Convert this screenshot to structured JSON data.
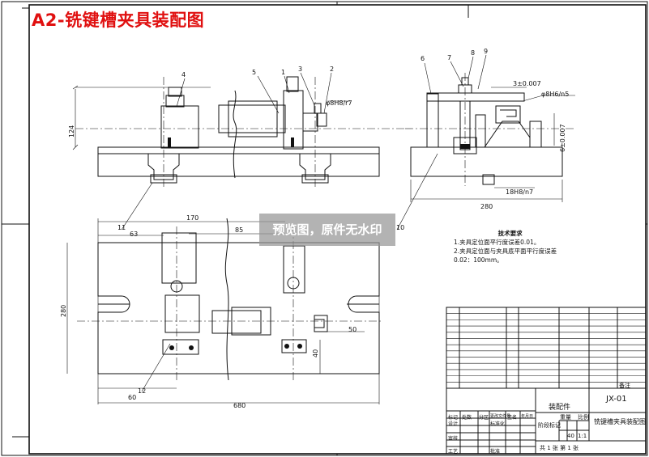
{
  "title": "A2-铣键槽夹具装配图",
  "watermark": "预览图，原件无水印",
  "balloons_front": [
    "4",
    "5",
    "1",
    "3",
    "2"
  ],
  "balloons_side": [
    "6",
    "7",
    "8",
    "9"
  ],
  "balloons_plan": [
    "11",
    "12",
    "10"
  ],
  "dims": {
    "h124": "124",
    "w170": "170",
    "w85": "85",
    "w63": "63",
    "h280": "280",
    "w60": "60",
    "w680": "680",
    "w50": "50",
    "h40": "40",
    "side_w280": "280",
    "fit_top": "φ8H8/r7",
    "fit_side": "φ8H6/n5",
    "tol_h": "3±0.007",
    "tol_v": "6±0.007",
    "fit_bottom": "18H8/n7"
  },
  "notes": {
    "heading": "技术要求",
    "lines": [
      "1.夹具定位面平行度误差0.01。",
      "2.夹具定位面与夹具底平面平行度误差",
      "0.02：100mm。"
    ]
  },
  "title_block": {
    "part_label": "装配件",
    "drawing_no": "JX-01",
    "drawing_name": "铣键槽夹具装配图",
    "sheet_info": "共 1 张 第 1 张",
    "col_headers": [
      "标记",
      "处数",
      "分区",
      "更改文件号",
      "签名",
      "年月日"
    ],
    "row_labels": [
      "设计",
      "审核",
      "工艺"
    ],
    "std": "标准化",
    "approve": "批准",
    "stage": "阶段标记",
    "weight": "重量",
    "scale": "比例",
    "scale_val": "1:1",
    "qty_val": "40",
    "remark": "备注"
  }
}
